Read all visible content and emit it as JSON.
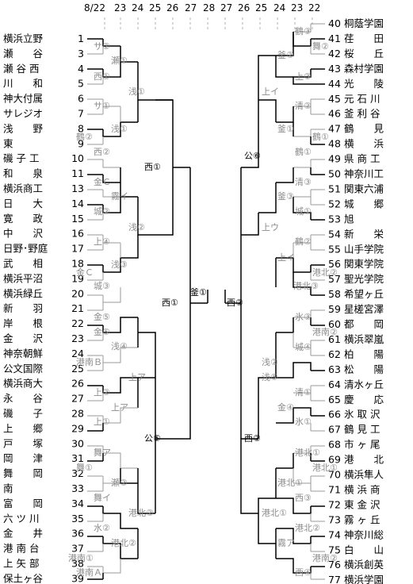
{
  "dates_left": [
    "8/22",
    "23",
    "24",
    "25",
    "26",
    "27"
  ],
  "dates_center": "28",
  "dates_right": [
    "27",
    "26",
    "25",
    "24",
    "23",
    "22"
  ],
  "left_teams": [
    {
      "num": "1",
      "name": "横浜立野"
    },
    {
      "num": "3",
      "name": "瀬　　谷"
    },
    {
      "num": "4",
      "name": "瀬 谷 西"
    },
    {
      "num": "5",
      "name": "川　　和"
    },
    {
      "num": "6",
      "name": "神大付属"
    },
    {
      "num": "7",
      "name": "サレジオ"
    },
    {
      "num": "8",
      "name": "浅　　野"
    },
    {
      "num": "9",
      "name": "東"
    },
    {
      "num": "10",
      "name": "磯 子 工"
    },
    {
      "num": "11",
      "name": "和　　泉"
    },
    {
      "num": "13",
      "name": "横浜商工"
    },
    {
      "num": "14",
      "name": "日　　大"
    },
    {
      "num": "15",
      "name": "寛　　政"
    },
    {
      "num": "16",
      "name": "中　　沢"
    },
    {
      "num": "17",
      "name": "日野･野庭"
    },
    {
      "num": "18",
      "name": "武　　相"
    },
    {
      "num": "19",
      "name": "横浜平沼"
    },
    {
      "num": "20",
      "name": "横浜緑丘"
    },
    {
      "num": "21",
      "name": "新　　羽"
    },
    {
      "num": "22",
      "name": "岸　　根"
    },
    {
      "num": "23",
      "name": "金　　沢"
    },
    {
      "num": "24",
      "name": "神奈朝鮮"
    },
    {
      "num": "25",
      "name": "公文国際"
    },
    {
      "num": "26",
      "name": "横浜商大"
    },
    {
      "num": "27",
      "name": "永　　谷"
    },
    {
      "num": "28",
      "name": "磯　　子"
    },
    {
      "num": "29",
      "name": "上　　郷"
    },
    {
      "num": "30",
      "name": "戸　　塚"
    },
    {
      "num": "31",
      "name": "岡　　津"
    },
    {
      "num": "32",
      "name": "舞　　岡"
    },
    {
      "num": "33",
      "name": "南"
    },
    {
      "num": "34",
      "name": "富　　岡"
    },
    {
      "num": "35",
      "name": "六 ツ 川"
    },
    {
      "num": "36",
      "name": "金　　井"
    },
    {
      "num": "37",
      "name": "港 南 台"
    },
    {
      "num": "38",
      "name": "上 矢 部"
    },
    {
      "num": "39",
      "name": "保土ヶ谷"
    }
  ],
  "right_teams": [
    {
      "num": "40",
      "name": "桐蔭学園"
    },
    {
      "num": "41",
      "name": "荏　　田"
    },
    {
      "num": "42",
      "name": "桜　　丘"
    },
    {
      "num": "43",
      "name": "森村学園"
    },
    {
      "num": "44",
      "name": "光　　陵"
    },
    {
      "num": "45",
      "name": "元 石 川"
    },
    {
      "num": "46",
      "name": "釜 利 谷"
    },
    {
      "num": "47",
      "name": "鶴　　見"
    },
    {
      "num": "48",
      "name": "横　　浜"
    },
    {
      "num": "49",
      "name": "県 商 工"
    },
    {
      "num": "50",
      "name": "神奈川工"
    },
    {
      "num": "51",
      "name": "関東六浦"
    },
    {
      "num": "52",
      "name": "城　　郷"
    },
    {
      "num": "53",
      "name": "旭"
    },
    {
      "num": "54",
      "name": "新　　栄"
    },
    {
      "num": "55",
      "name": "山手学院"
    },
    {
      "num": "56",
      "name": "関東学院"
    },
    {
      "num": "57",
      "name": "聖光学院"
    },
    {
      "num": "58",
      "name": "希望ヶ丘"
    },
    {
      "num": "59",
      "name": "星槎宮澤"
    },
    {
      "num": "60",
      "name": "都　　岡"
    },
    {
      "num": "61",
      "name": "横浜翠嵐"
    },
    {
      "num": "62",
      "name": "柏　　陽"
    },
    {
      "num": "63",
      "name": "松　　陽"
    },
    {
      "num": "64",
      "name": "清水ヶ丘"
    },
    {
      "num": "65",
      "name": "慶　　応"
    },
    {
      "num": "66",
      "name": "氷 取 沢"
    },
    {
      "num": "67",
      "name": "鶴 見 工"
    },
    {
      "num": "68",
      "name": "市 ヶ 尾"
    },
    {
      "num": "69",
      "name": "港　　北"
    },
    {
      "num": "70",
      "name": "横浜隼人"
    },
    {
      "num": "71",
      "name": "横 浜 商"
    },
    {
      "num": "72",
      "name": "東 金 沢"
    },
    {
      "num": "73",
      "name": "霧 ヶ 丘"
    },
    {
      "num": "74",
      "name": "神奈川総"
    },
    {
      "num": "75",
      "name": "白　　山"
    },
    {
      "num": "76",
      "name": "横浜創英"
    },
    {
      "num": "77",
      "name": "横浜学園"
    }
  ],
  "venues": {
    "l_a1": "サ②",
    "l_a2": "瀬①",
    "l_a3": "西①",
    "l_a4": "浅①",
    "l_b1": "サ①",
    "l_b2": "鶴②",
    "l_b3": "浅①",
    "l_b4": "西②",
    "l_c1": "金Ｃ",
    "l_c2": "霧イ",
    "l_c3": "城②",
    "l_c4": "浅②",
    "l_d1": "上④",
    "l_d2": "金Ｃ",
    "l_d3": "浅③",
    "l_d4": "城③",
    "l_e1": "金⑤",
    "l_e2": "金⑤",
    "l_e3": "浅④",
    "l_e4": "港南Ｂ",
    "l_f1": "上②",
    "l_f2": "上ア",
    "l_f3": "上ア",
    "l_f4": "上①",
    "l_g1": "舞ア",
    "l_g2": "舞①",
    "l_g3": "瀬②",
    "l_g4": "舞イ",
    "l_h1": "水②",
    "l_h2": "港北②",
    "l_h3": "港北②",
    "l_h4": "港南①",
    "l_h5": "港南Ａ",
    "l_s1": "西①",
    "l_s2": "公⑤",
    "l_semi": "西①",
    "final": "釜①",
    "r_semi": "西②",
    "r_s1": "公⑥",
    "r_s2": "西②",
    "r_a1": "鶴③",
    "r_a2": "舞②",
    "r_a3": "釜②",
    "r_a4": "上③",
    "r_b1": "上イ",
    "r_b2": "清②",
    "r_b3": "釜①",
    "r_b4": "鶴①",
    "r_b5": "鶴①",
    "r_c1": "清③",
    "r_c2": "釜③",
    "r_c3": "城①",
    "r_c4": "上ウ",
    "r_d1": "鶴②",
    "r_d2": "上イ",
    "r_d3": "港北②",
    "r_d4": "港北③",
    "r_e1": "氷③",
    "r_e2": "港南②",
    "r_e3": "浅②",
    "r_e4": "城④",
    "r_f1": "浅⑤",
    "r_f2": "清①",
    "r_f3": "金④",
    "r_f4": "氷①",
    "r_g1": "港北①",
    "r_g2": "港北①",
    "r_g3": "港北①",
    "r_g4": "西③",
    "r_h1": "港北①",
    "r_h2": "港北②",
    "r_h3": "霧ア",
    "r_h4": "港南②",
    "r_h5": "西④"
  }
}
